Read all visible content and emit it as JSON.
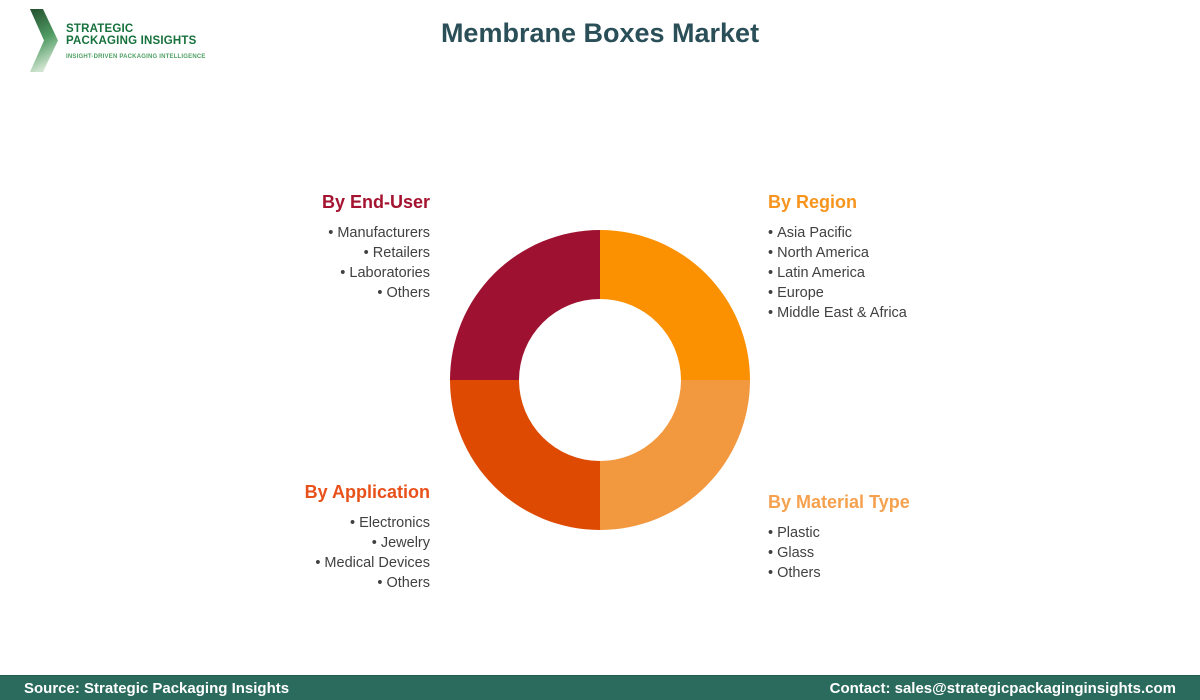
{
  "brand": {
    "name_line1": "STRATEGIC",
    "name_line2": "PACKAGING INSIGHTS",
    "tagline": "INSIGHT-DRIVEN PACKAGING INTELLIGENCE",
    "logo_icon": "chevron-arrow-icon",
    "colors": {
      "text_green": "#17713c",
      "tagline_green": "#4ea063",
      "chevron_dark": "#234f2d",
      "chevron_mid": "#4f9a62",
      "chevron_light": "#cfe4cf"
    }
  },
  "header": {
    "title": "Membrane Boxes Market",
    "title_color": "#2b4f58"
  },
  "segments": [
    {
      "id": "end-user",
      "title": "By End-User",
      "title_color": "#a4132f",
      "align": "right",
      "items": [
        "Manufacturers",
        "Retailers",
        "Laboratories",
        "Others"
      ]
    },
    {
      "id": "region",
      "title": "By Region",
      "title_color": "#f7941d",
      "align": "left",
      "items": [
        "Asia Pacific",
        "North America",
        "Latin America",
        "Europe",
        "Middle East & Africa"
      ]
    },
    {
      "id": "application",
      "title": "By Application",
      "title_color": "#e8511a",
      "align": "right",
      "items": [
        "Electronics",
        "Jewelry",
        "Medical Devices",
        "Others"
      ]
    },
    {
      "id": "material-type",
      "title": "By Material Type",
      "title_color": "#f5a14e",
      "align": "left",
      "items": [
        "Plastic",
        "Glass",
        "Others"
      ]
    }
  ],
  "chart_data": {
    "type": "pie",
    "subtype": "donut",
    "title": "",
    "legend_position": "none",
    "start_angle_deg": 0,
    "direction": "clockwise",
    "inner_radius_ratio": 0.54,
    "slices": [
      {
        "label": "By Region",
        "value": 25,
        "color": "#fb9100"
      },
      {
        "label": "By Material Type",
        "value": 25,
        "color": "#f2983f"
      },
      {
        "label": "By Application",
        "value": 25,
        "color": "#df4a02"
      },
      {
        "label": "By End-User",
        "value": 25,
        "color": "#9e1130"
      }
    ]
  },
  "footer": {
    "source": "Source: Strategic Packaging Insights",
    "contact": "Contact: sales@strategicpackaginginsights.com",
    "bg_color": "#2b6b5d"
  }
}
